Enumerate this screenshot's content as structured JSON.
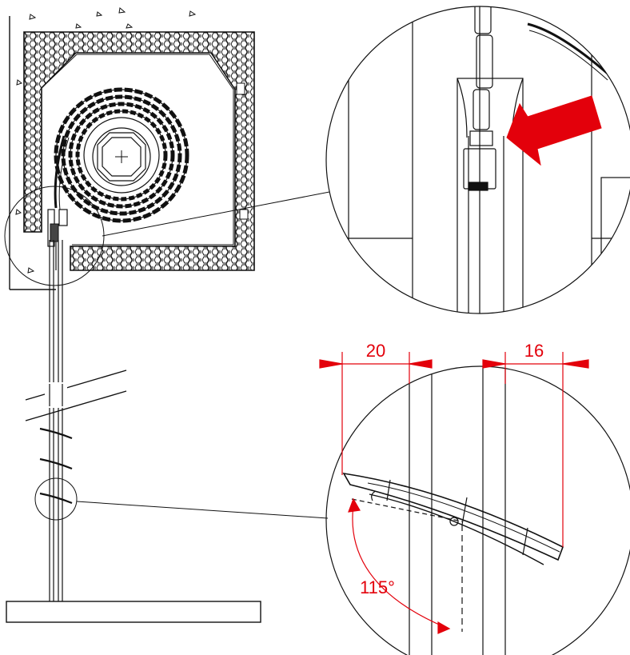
{
  "dimensions": {
    "left_width": "20",
    "right_width": "16",
    "angle": "115°"
  },
  "colors": {
    "line": "#111111",
    "dimension": "#e3000b",
    "arrow": "#e3000b",
    "background": "#ffffff"
  },
  "icons": {
    "insulation_pattern": "hexagon-hatch",
    "axis_mark": "plus-cross",
    "callout_arrow": "red-block-arrow"
  }
}
